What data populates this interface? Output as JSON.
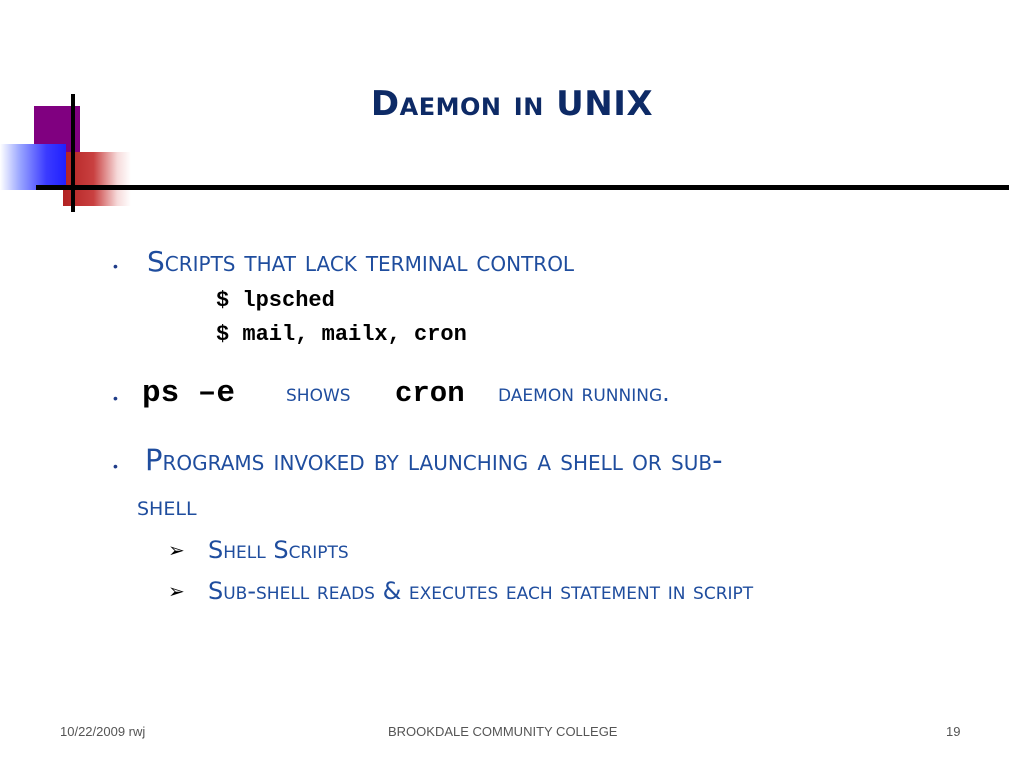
{
  "slide": {
    "title_word1": "Daemon in",
    "title_word2": "UNIX",
    "bullet_char": "•",
    "bullet1": {
      "text": "Scripts that lack terminal control",
      "code_line1": "$ lpsched",
      "code_line2": "$ mail, mailx, cron"
    },
    "bullet2": {
      "code1": "ps –e",
      "text1": "shows",
      "code2": "cron",
      "text2": "daemon running."
    },
    "bullet3": {
      "text_line1": "Programs invoked by launching a shell or sub-",
      "text_line2": "shell",
      "arrow_char": "➢",
      "sub1": "Shell Scripts",
      "sub2": "Sub-shell reads & executes each statement in script"
    }
  },
  "footer": {
    "date": "10/22/2009 rwj",
    "org": "BROOKDALE COMMUNITY COLLEGE",
    "page": "19"
  },
  "colors": {
    "title": "#0d2a66",
    "body_text": "#1f4d9e",
    "accent_purple": "#800080",
    "accent_red": "#b22222",
    "accent_blue": "#2020ff"
  }
}
